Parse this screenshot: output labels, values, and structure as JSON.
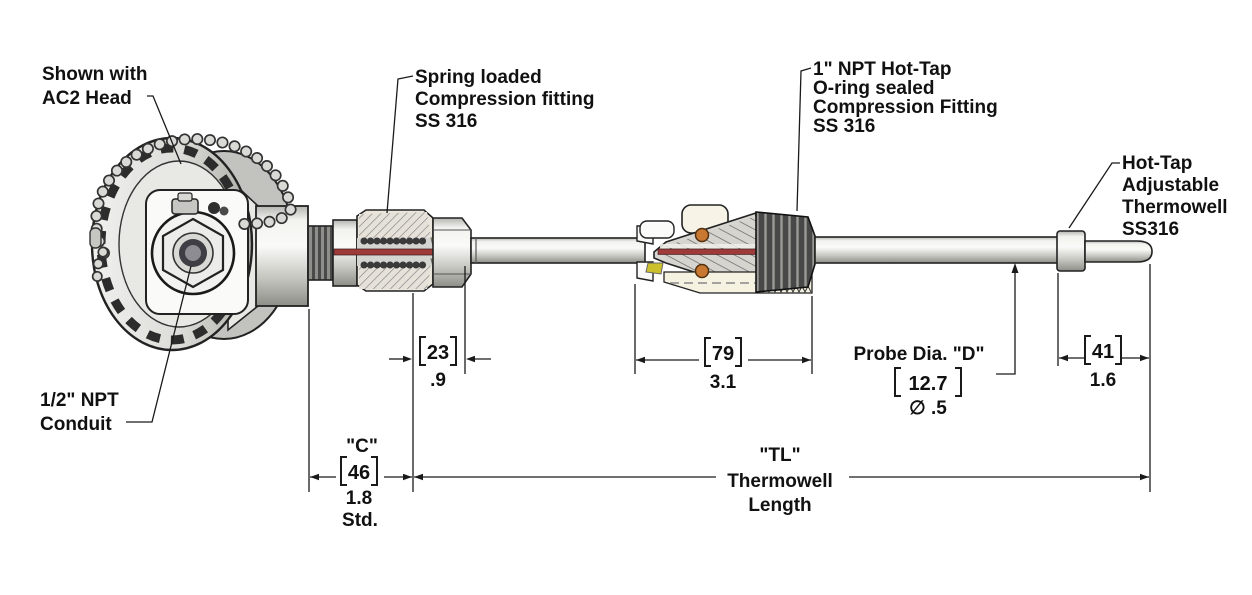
{
  "diagram": {
    "type": "technical-drawing",
    "subject": "Hot-Tap adjustable thermowell temperature sensor assembly",
    "labels": {
      "head_note": [
        "Shown with",
        "AC2 Head"
      ],
      "conduit": [
        "1/2\" NPT",
        "Conduit"
      ],
      "spring_fitting": [
        "Spring loaded",
        "Compression fitting",
        "SS 316"
      ],
      "hot_tap_fitting": [
        "1\" NPT Hot-Tap",
        "O-ring sealed",
        "Compression Fitting",
        "SS 316"
      ],
      "thermowell": [
        "Hot-Tap",
        "Adjustable",
        "Thermowell",
        "SS316"
      ]
    },
    "dimensions": {
      "fitting_travel": {
        "mm": "23",
        "inch": ".9"
      },
      "hot_tap_length": {
        "mm": "79",
        "inch": "3.1"
      },
      "probe_diameter": {
        "label": "Probe Dia. \"D\"",
        "mm": "12.7",
        "inch": "∅ .5"
      },
      "tip_length": {
        "mm": "41",
        "inch": "1.6"
      },
      "c_length": {
        "name": "\"C\"",
        "mm": "46",
        "inch": "1.8",
        "note": "Std."
      },
      "thermowell_length": {
        "name": "\"TL\"",
        "line2": "Thermowell",
        "line3": "Length"
      }
    },
    "colors": {
      "background": "#ffffff",
      "outline": "#1a1a1a",
      "sensor_line_red": "#9e3a3a",
      "o_ring_orange": "#c87830",
      "ferrule_yellow": "#ccc02c",
      "thread_dark": "#484848",
      "metal_light": "#f2f2ee",
      "metal_dark": "#8e8e88",
      "cream": "#f6f2e2"
    }
  }
}
